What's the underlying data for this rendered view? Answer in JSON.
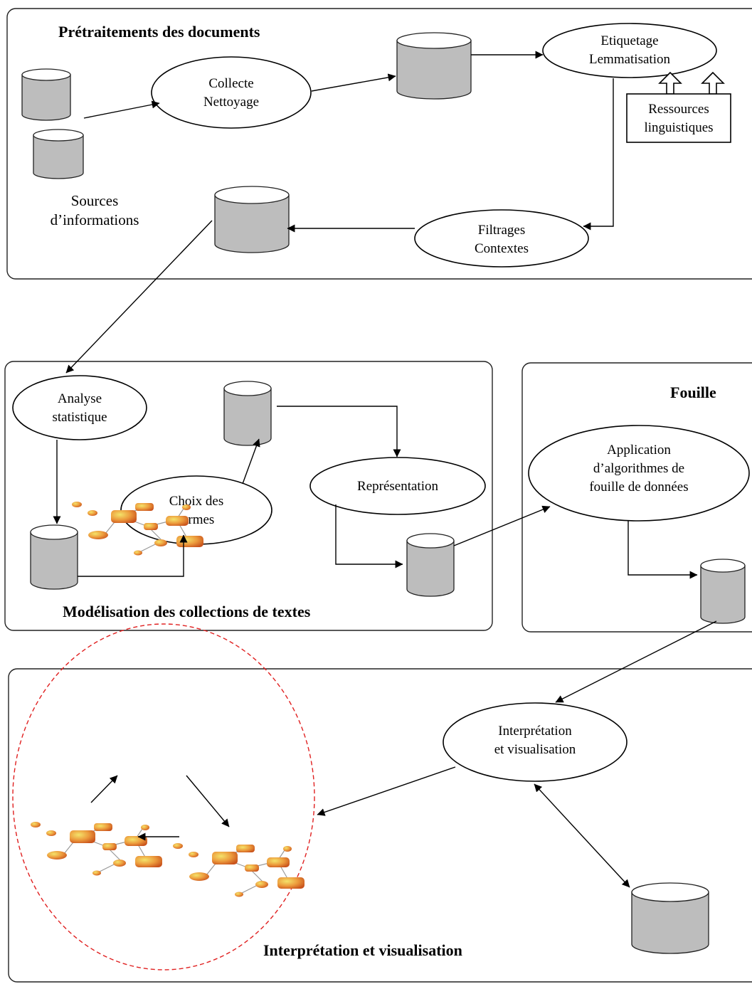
{
  "panels": {
    "pretraitement": {
      "title": "Prétraitements des documents"
    },
    "modelisation": {
      "title": "Modélisation des collections de textes"
    },
    "fouille": {
      "title": "Fouille"
    },
    "interpretation": {
      "title": "Interprétation et visualisation"
    }
  },
  "nodes": {
    "collecte": {
      "line1": "Collecte",
      "line2": "Nettoyage"
    },
    "etiquetage": {
      "line1": "Etiquetage",
      "line2": "Lemmatisation"
    },
    "ressources": {
      "line1": "Ressources",
      "line2": "linguistiques"
    },
    "sources": {
      "line1": "Sources",
      "line2": "d’informations"
    },
    "filtrages": {
      "line1": "Filtrages",
      "line2": "Contextes"
    },
    "analyse": {
      "line1": "Analyse",
      "line2": "statistique"
    },
    "choix": {
      "line1": "Choix des",
      "line2": "termes"
    },
    "representation": {
      "line1": "Représentation"
    },
    "application": {
      "line1": "Application",
      "line2": "d’algorithmes de",
      "line3": "fouille de données"
    },
    "interp_node": {
      "line1": "Interprétation",
      "line2": "et visualisation"
    }
  },
  "colors": {
    "database_body": "#bdbdbd",
    "database_top": "#ffffff",
    "visual_cluster_border": "#e02020",
    "graph_node_fill": "#e8923a"
  },
  "icons": {
    "database": "database-icon",
    "graph_thumbnail": "concept-graph-icon"
  }
}
